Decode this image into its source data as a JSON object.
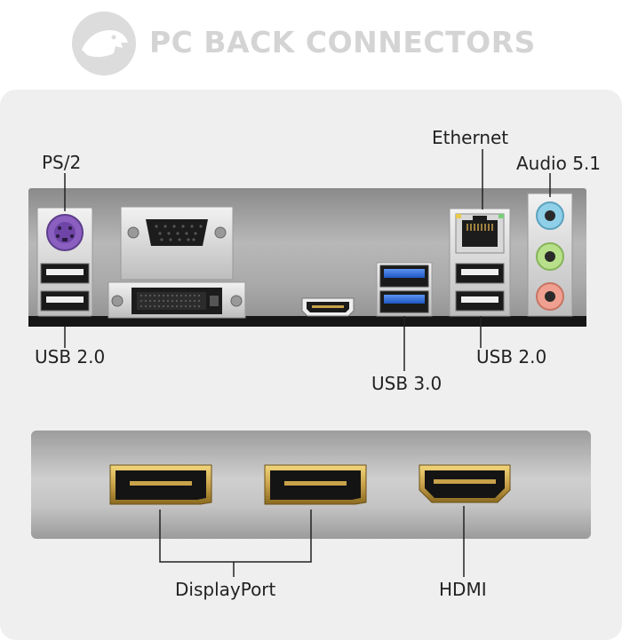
{
  "header": {
    "title": "PC BACK CONNECTORS",
    "logo_icon": "dinosaur-logo-icon"
  },
  "labels": {
    "ps2": "PS/2",
    "ethernet": "Ethernet",
    "audio": "Audio 5.1",
    "usb20_left": "USB 2.0",
    "usb30": "USB 3.0",
    "usb20_right": "USB 2.0",
    "displayport": "DisplayPort",
    "hdmi": "HDMI"
  },
  "colors": {
    "title": "#d4d4d4",
    "usb3_blue": "#2e6fe0",
    "ps2_purple": "#8a5fc0",
    "audio_blue": "#8fd0e8",
    "audio_green": "#b8e08a",
    "audio_pink": "#f0a090",
    "gold": "#c9a24a"
  }
}
